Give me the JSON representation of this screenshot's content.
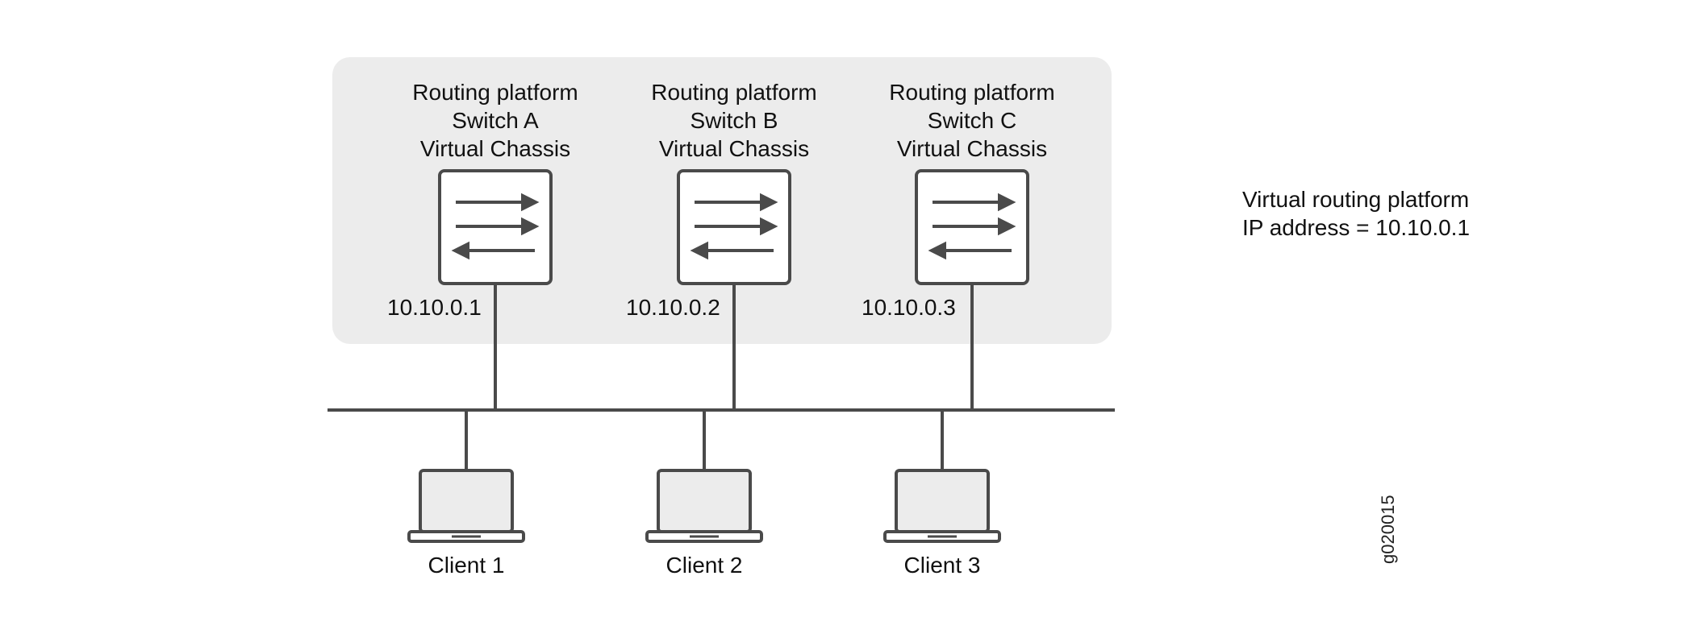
{
  "switches": [
    {
      "line1": "Routing platform",
      "line2": "Switch A",
      "line3": "Virtual Chassis",
      "ip": "10.10.0.1"
    },
    {
      "line1": "Routing platform",
      "line2": "Switch B",
      "line3": "Virtual Chassis",
      "ip": "10.10.0.2"
    },
    {
      "line1": "Routing platform",
      "line2": "Switch C",
      "line3": "Virtual Chassis",
      "ip": "10.10.0.3"
    }
  ],
  "clients": [
    {
      "label": "Client 1"
    },
    {
      "label": "Client 2"
    },
    {
      "label": "Client 3"
    }
  ],
  "virtual_platform": {
    "line1": "Virtual routing platform",
    "line2": "IP address = 10.10.0.1"
  },
  "figure_id": "g020015",
  "colors": {
    "group_fill": "#ececec",
    "stroke": "#4a4a4a",
    "laptop_screen": "#ececec"
  }
}
